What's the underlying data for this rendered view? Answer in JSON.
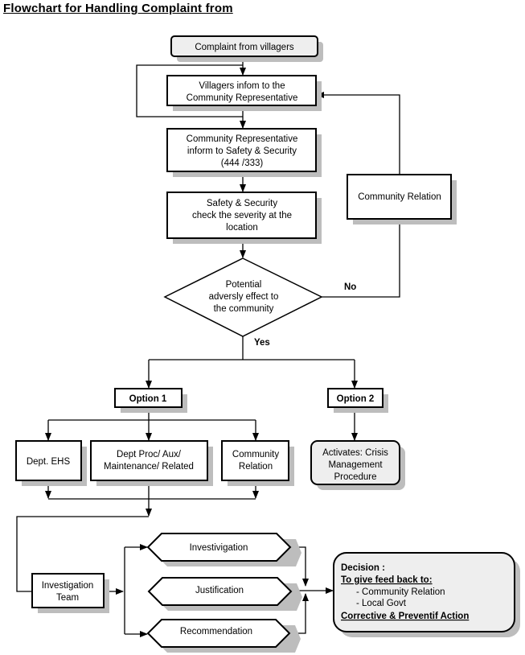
{
  "title": "Flowchart for Handling Complaint from",
  "nodes": {
    "complaint": "Complaint from villagers",
    "villagers_inform": [
      "Villagers infom to the",
      "Community Representative"
    ],
    "rep_inform": [
      "Community Representative",
      "inform to Safety & Security",
      "(444 /333)"
    ],
    "safety_check": [
      "Safety & Security",
      "check the severity at the",
      "location"
    ],
    "decision_diamond": [
      "Potential",
      "adversly effect to",
      "the community"
    ],
    "community_relation_loop": "Community Relation",
    "no_label": "No",
    "yes_label": "Yes",
    "option1": "Option 1",
    "option2": "Option 2",
    "dept_ehs": "Dept. EHS",
    "dept_proc": [
      "Dept Proc/ Aux/",
      "Maintenance/ Related"
    ],
    "community_relation": [
      "Community",
      "Relation"
    ],
    "crisis": [
      "Activates: Crisis",
      "Management",
      "Procedure"
    ],
    "investigation_team": [
      "Investigation",
      "Team"
    ],
    "investigation": "Investivigation",
    "justification": "Justification",
    "recommendation": "Recommendation",
    "decision": {
      "heading": "Decision :",
      "feedback_heading": "To give feed back to:",
      "items": [
        "- Community Relation",
        "- Local Govt"
      ],
      "action": "Corrective  & Preventif Action"
    }
  }
}
